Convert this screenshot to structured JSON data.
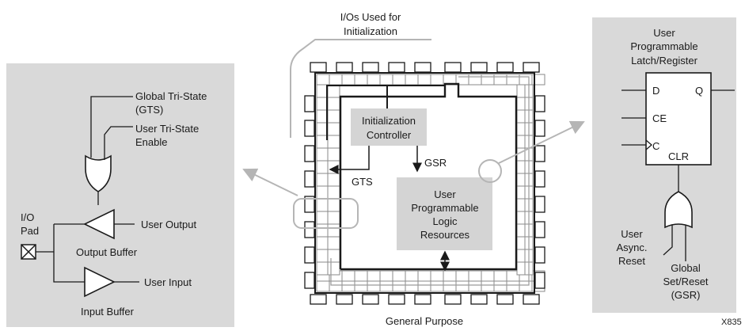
{
  "left_panel": {
    "gts_label": [
      "Global Tri-State",
      "(GTS)"
    ],
    "user_tri_state_label": [
      "User Tri-State",
      "Enable"
    ],
    "io_pad_label": [
      "I/O",
      "Pad"
    ],
    "user_output_label": "User Output",
    "output_buffer_label": "Output Buffer",
    "user_input_label": "User Input",
    "input_buffer_label": "Input Buffer"
  },
  "center": {
    "ios_init_label": [
      "I/Os Used for",
      "Initialization"
    ],
    "init_controller_label": [
      "Initialization",
      "Controller"
    ],
    "gsr_label": "GSR",
    "gts_label": "GTS",
    "logic_resources_label": [
      "User",
      "Programmable",
      "Logic",
      "Resources"
    ],
    "bottom_label": "General Purpose"
  },
  "right_panel": {
    "title": [
      "User",
      "Programmable",
      "Latch/Register"
    ],
    "pin_d": "D",
    "pin_q": "Q",
    "pin_ce": "CE",
    "pin_c": "C",
    "pin_clr": "CLR",
    "user_async_reset_label": [
      "User",
      "Async.",
      "Reset"
    ],
    "global_set_reset_label": [
      "Global",
      "Set/Reset",
      "(GSR)"
    ]
  },
  "figure_id": "X835",
  "colors": {
    "panel_fill": "#d9d9d9",
    "box_fill": "#d4d4d4",
    "line": "#1a1a1a",
    "callout": "#b5b5b5"
  }
}
